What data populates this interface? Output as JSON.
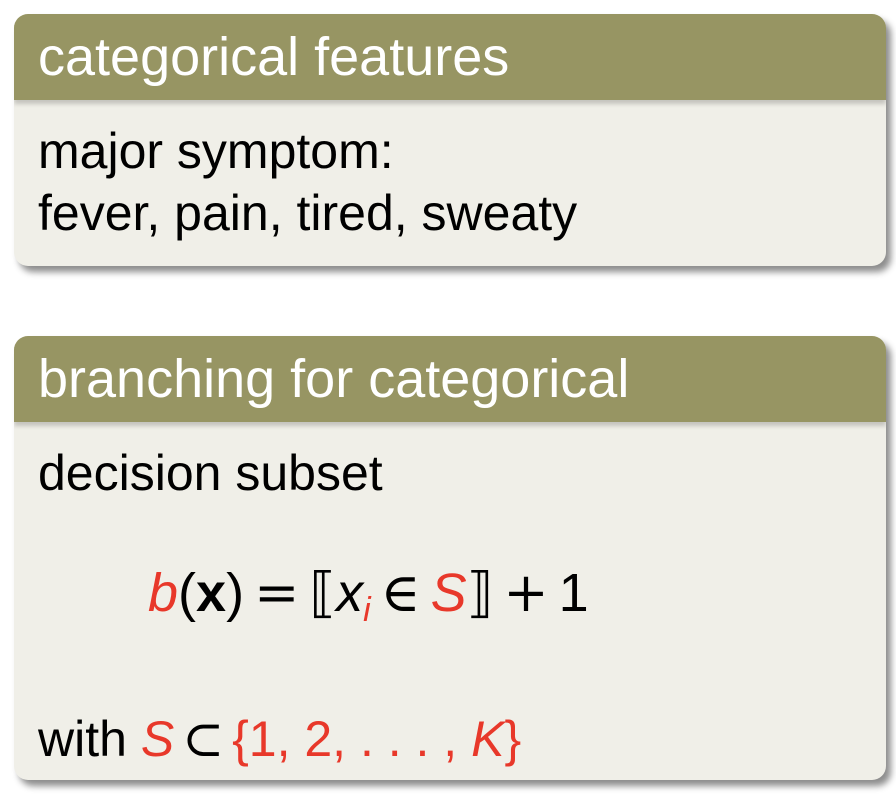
{
  "block1": {
    "title": "categorical features",
    "line1": "major symptom:",
    "line2": "fever, pain, tired, sweaty"
  },
  "block2": {
    "title": "branching for categorical",
    "line1": "decision subset",
    "formula": {
      "func": "b",
      "open_paren": "(",
      "arg": "x",
      "close_paren": ")",
      "equals": "=",
      "left_bracket": "⟦",
      "var": "x",
      "sub": "i",
      "in": "∈",
      "set": "S",
      "right_bracket": "⟧",
      "plus": "+",
      "one": "1"
    },
    "with_text": "with ",
    "with_set": "S",
    "subset_sym": "⊂",
    "set_expr_open": "{1, 2, . . . , ",
    "set_expr_var": "K",
    "set_expr_close": "}"
  },
  "colors": {
    "title_bar": "#979563",
    "block_bg": "#f0efe8",
    "accent_red": "#e8382a"
  }
}
